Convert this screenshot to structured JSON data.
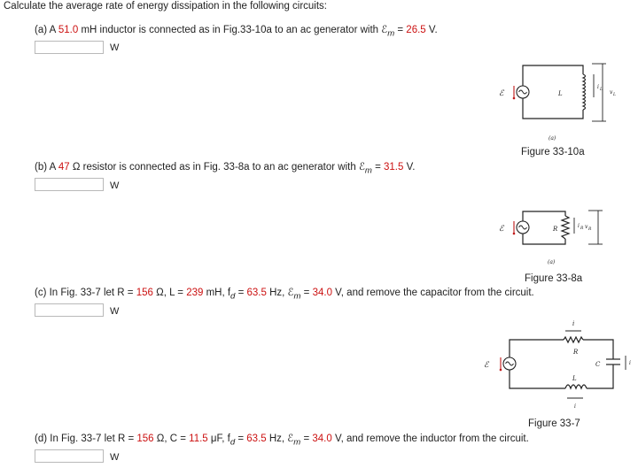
{
  "header": {
    "title": "Calculate the average rate of energy dissipation in the following circuits:"
  },
  "parts": [
    {
      "pre": "(a) A ",
      "v1": "51.0",
      "post": " mH inductor is connected as in Fig.33-10a to an ac generator with ℰ",
      "sub": "m",
      "eq": " = ",
      "v2": "26.5",
      "tail": " V.",
      "unit": "W",
      "answer": ""
    },
    {
      "pre": "(b) A ",
      "v1": "47",
      "post": " Ω resistor is connected as in Fig. 33-8a to an ac generator with ℰ",
      "sub": "m",
      "eq": " = ",
      "v2": "31.5",
      "tail": " V.",
      "unit": "W",
      "answer": ""
    },
    {
      "t1": "(c) In Fig. 33-7 let R = ",
      "v1": "156",
      "t2": " Ω, L = ",
      "v2": "239",
      "t3": " mH, f",
      "s3": "d",
      "t4": " = ",
      "v3": "63.5",
      "t5": " Hz, ℰ",
      "s5": "m",
      "t6": " = ",
      "v4": "34.0",
      "t7": " V, and remove the capacitor from the circuit.",
      "unit": "W",
      "answer": ""
    },
    {
      "t1": "(d) In Fig. 33-7 let R = ",
      "v1": "156",
      "t2": " Ω, C = ",
      "v2": "11.5",
      "t3": " μF, f",
      "s3": "d",
      "t4": " = ",
      "v3": "63.5",
      "t5": " Hz, ℰ",
      "s5": "m",
      "t6": " = ",
      "v4": "34.0",
      "t7": " V, and remove the inductor from the circuit.",
      "unit": "W",
      "answer": ""
    }
  ],
  "figures": {
    "fig10a": {
      "caption": "Figure 33-10a",
      "sub": "(a)",
      "comp": "L",
      "cur": "i",
      "cur_sub": "L",
      "volt": "v",
      "volt_sub": "L",
      "emf": "ℰ"
    },
    "fig8a": {
      "caption": "Figure 33-8a",
      "sub": "(a)",
      "comp": "R",
      "cur": "i",
      "cur_sub": "R",
      "volt": "v",
      "volt_sub": "R",
      "emf": "ℰ"
    },
    "fig7": {
      "caption": "Figure 33-7",
      "i": "i",
      "r": "R",
      "l": "L",
      "c": "C",
      "emf": "ℰ"
    }
  },
  "colors": {
    "value_red": "#cc1111",
    "text": "#222222",
    "input_border": "#b9b9b9"
  }
}
